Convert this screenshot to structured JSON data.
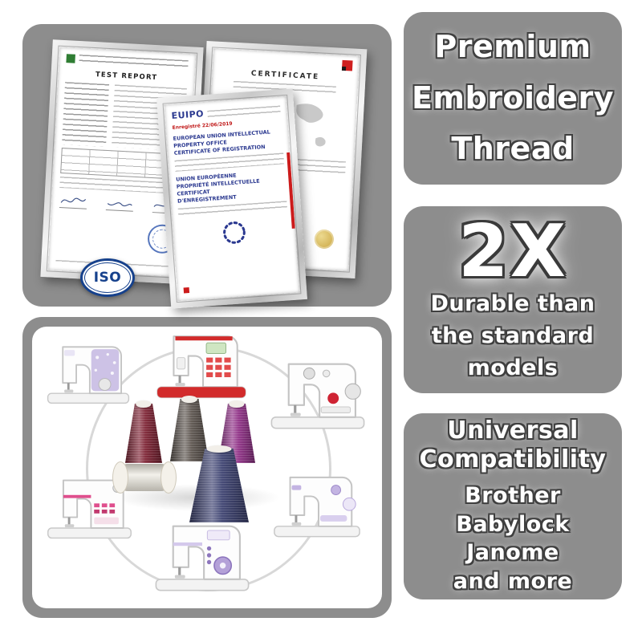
{
  "page": {
    "background": "#ffffff",
    "panel_gray": "#8d8d8d"
  },
  "right_panels": {
    "premium": {
      "lines": [
        "Premium",
        "Embroidery",
        "Thread"
      ]
    },
    "durable": {
      "big": "2X",
      "lines": [
        "Durable than",
        "the standard",
        "models"
      ]
    },
    "compat": {
      "title_lines": [
        "Universal",
        "Compatibility"
      ],
      "brands": [
        "Brother",
        "Babylock",
        "Janome",
        "and more"
      ]
    }
  },
  "certificates": {
    "iso_label": "ISO",
    "test_report": {
      "title": "TEST REPORT"
    },
    "euipo": {
      "org": "EUIPO",
      "reg_line": "Enregistré 22/06/2019",
      "en_lines": [
        "EUROPEAN UNION INTELLECTUAL",
        "PROPERTY OFFICE",
        "CERTIFICATE OF REGISTRATION"
      ],
      "fr_lines": [
        "UNION EUROPÉENNE",
        "PROPRIÉTÉ INTELLECTUELLE",
        "CERTIFICAT",
        "D'ENREGISTREMENT"
      ]
    },
    "world_cert": {
      "title": "CERTIFICATE"
    }
  },
  "spools": {
    "colors": [
      "#7d2233",
      "#5c544e",
      "#8f2f86",
      "#e9e5da",
      "#3c4170"
    ]
  }
}
